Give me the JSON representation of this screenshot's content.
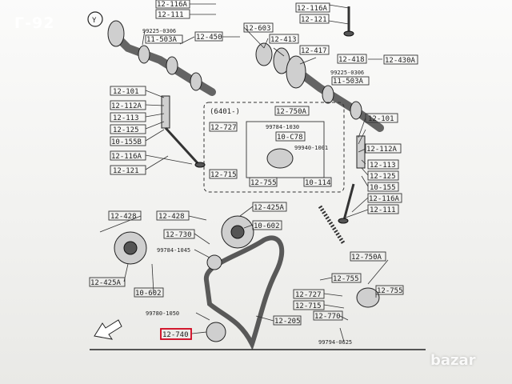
{
  "caption": "Г-92",
  "watermark": "bazar",
  "marker_y": "Y",
  "group_label": "(6401-)",
  "labels": [
    "12-116A",
    "12-111",
    "12-121",
    "12-603",
    "12-116A",
    "99225-0306",
    "11-503A",
    "12-450",
    "12-413",
    "12-417",
    "12-418",
    "12-430A",
    "99225-0306",
    "11-503A",
    "12-101",
    "12-112A",
    "12-113",
    "12-125",
    "10-155B",
    "12-116A",
    "12-121",
    "12-750A",
    "12-727",
    "99784-1030",
    "10-C78",
    "99940-1001",
    "12-715",
    "12-755",
    "10-114",
    "12-101",
    "12-112A",
    "12-113",
    "12-125",
    "10-155",
    "12-116A",
    "12-111",
    "12-428",
    "12-428",
    "12-425A",
    "10-602",
    "12-730",
    "99784-1045",
    "12-425A",
    "10-602",
    "99780-1050",
    "12-740",
    "12-205",
    "12-750A",
    "12-755",
    "12-727",
    "12-715",
    "12-755",
    "12-770",
    "99794-0625"
  ]
}
